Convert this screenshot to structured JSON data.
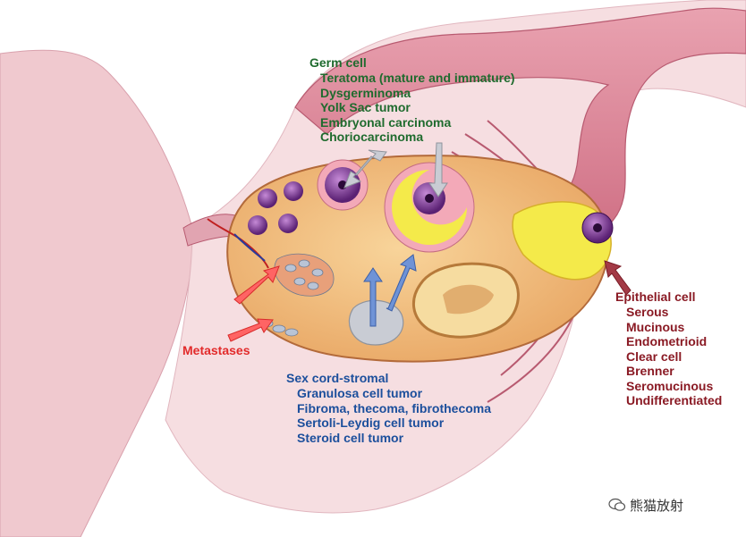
{
  "germ_cell": {
    "heading": "Germ cell",
    "items": [
      "Teratoma (mature and immature)",
      "Dysgerminoma",
      "Yolk Sac tumor",
      "Embryonal carcinoma",
      "Choriocarcinoma"
    ]
  },
  "sex_cord": {
    "heading": "Sex cord-stromal",
    "items": [
      "Granulosa cell tumor",
      "Fibroma, thecoma, fibrothecoma",
      "Sertoli-Leydig cell tumor",
      "Steroid cell tumor"
    ]
  },
  "epithelial": {
    "heading": "Epithelial cell",
    "items": [
      "Serous",
      "Mucinous",
      "Endometrioid",
      "Clear cell",
      "Brenner",
      "Seromucinous",
      "Undifferentiated"
    ]
  },
  "metastases": {
    "label": "Metastases"
  },
  "watermark": {
    "text": "熊猫放射",
    "icon": "wechat-icon"
  },
  "colors": {
    "germ": "#1f6b2e",
    "sex_cord": "#1c4f9c",
    "epithelial": "#8a1a24",
    "metastases": "#e22a2a",
    "ovary": "#f3c27a",
    "tube": "#d9798c"
  }
}
